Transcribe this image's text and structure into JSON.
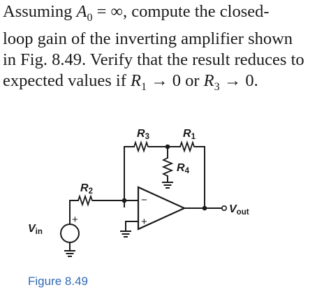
{
  "problem": {
    "line1_pre": "Assuming ",
    "line1_var": "A",
    "line1_sub": "0",
    "line1_eq": " = ∞, compute the closed-",
    "line2": "loop gain of the inverting amplifier shown",
    "line3": "in Fig. 8.49. Verify that the result reduces to",
    "line4_pre": "expected values if ",
    "line4_var1": "R",
    "line4_sub1": "1",
    "line4_mid": " → 0 or ",
    "line4_var2": "R",
    "line4_sub2": "3",
    "line4_post": " → 0."
  },
  "circuit": {
    "r3": {
      "main": "R",
      "sub": "3"
    },
    "r1": {
      "main": "R",
      "sub": "1"
    },
    "r4": {
      "main": "R",
      "sub": "4"
    },
    "r2": {
      "main": "R",
      "sub": "2"
    },
    "vin": {
      "main": "V",
      "sub": "in"
    },
    "vout": {
      "main": "V",
      "sub": "out"
    },
    "opamp_minus": "−",
    "opamp_plus": "+",
    "source_plus": "+"
  },
  "caption": "Figure 8.49"
}
